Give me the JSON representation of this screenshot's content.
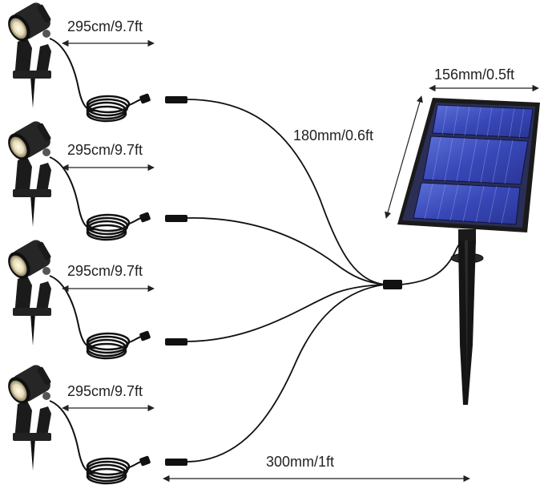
{
  "product_image": {
    "lights": [
      {
        "cable_length_label": "295cm/9.7ft"
      },
      {
        "cable_length_label": "295cm/9.7ft"
      },
      {
        "cable_length_label": "295cm/9.7ft"
      },
      {
        "cable_length_label": "295cm/9.7ft"
      }
    ],
    "panel": {
      "width_label": "156mm/0.5ft",
      "height_label": "180mm/0.6ft"
    },
    "connection_cable_label": "300mm/1ft"
  }
}
